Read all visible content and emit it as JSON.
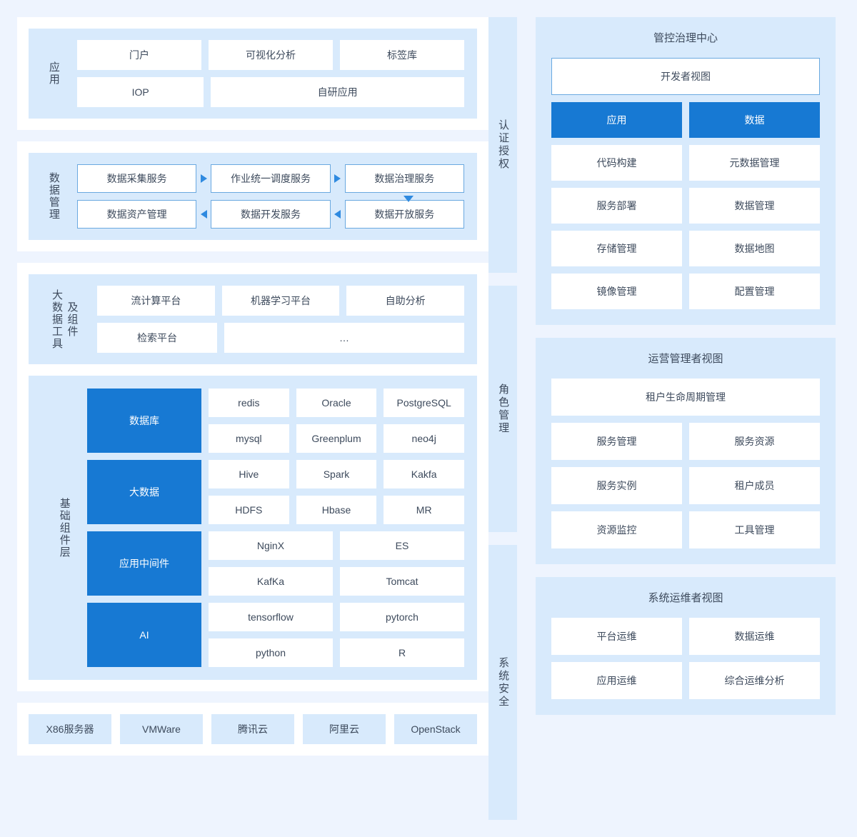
{
  "colors": {
    "page_bg": "#eef4fe",
    "panel_bg": "#d8eafc",
    "accent_blue": "#1779d3",
    "outline_blue": "#6aa9e0",
    "text": "#3d4a5c"
  },
  "left": {
    "application": {
      "label": "应用",
      "rows": [
        [
          {
            "text": "门户",
            "flex": 1
          },
          {
            "text": "可视化分析",
            "flex": 1
          },
          {
            "text": "标签库",
            "flex": 1
          }
        ],
        [
          {
            "text": "IOP",
            "flex": 1
          },
          {
            "text": "自研应用",
            "flex": 2
          }
        ]
      ]
    },
    "data_management": {
      "label": "数据管理",
      "row1": [
        "数据采集服务",
        "作业统一调度服务",
        "数据治理服务"
      ],
      "row2": [
        "数据资产管理",
        "数据开发服务",
        "数据开放服务"
      ],
      "arrows": [
        "right",
        "right",
        "down",
        "left",
        "left"
      ]
    },
    "bigdata_tools": {
      "label_col1": "大数据工具",
      "label_col2": "及组件",
      "rows": [
        [
          {
            "text": "流计算平台",
            "flex": 1
          },
          {
            "text": "机器学习平台",
            "flex": 1
          },
          {
            "text": "自助分析",
            "flex": 1
          }
        ],
        [
          {
            "text": "检索平台",
            "flex": 1
          },
          {
            "text": "…",
            "flex": 2
          }
        ]
      ]
    },
    "infra_components": {
      "label": "基础组件层",
      "groups": [
        {
          "head": "数据库",
          "rows": [
            [
              "redis",
              "Oracle",
              "PostgreSQL"
            ],
            [
              "mysql",
              "Greenplum",
              "neo4j"
            ]
          ]
        },
        {
          "head": "大数据",
          "rows": [
            [
              "Hive",
              "Spark",
              "Kakfa"
            ],
            [
              "HDFS",
              "Hbase",
              "MR"
            ]
          ]
        },
        {
          "head": "应用中间件",
          "rows": [
            [
              "NginX",
              "ES"
            ],
            [
              "KafKa",
              "Tomcat"
            ]
          ]
        },
        {
          "head": "AI",
          "rows": [
            [
              "tensorflow",
              "pytorch"
            ],
            [
              "python",
              "R"
            ]
          ]
        }
      ]
    },
    "infrastructure": {
      "items": [
        "X86服务器",
        "VMWare",
        "腾讯云",
        "阿里云",
        "OpenStack"
      ]
    }
  },
  "right": {
    "vbars": [
      {
        "label": "认证授权"
      },
      {
        "label": "角色管理"
      },
      {
        "label": "系统安全"
      }
    ],
    "mgmt_center": {
      "title": "管控治理中心",
      "header": "开发者视图",
      "rows": [
        [
          {
            "text": "应用",
            "style": "blue"
          },
          {
            "text": "数据",
            "style": "blue"
          }
        ],
        [
          {
            "text": "代码构建",
            "style": "plain"
          },
          {
            "text": "元数据管理",
            "style": "plain"
          }
        ],
        [
          {
            "text": "服务部署",
            "style": "plain"
          },
          {
            "text": "数据管理",
            "style": "plain"
          }
        ],
        [
          {
            "text": "存储管理",
            "style": "plain"
          },
          {
            "text": "数据地图",
            "style": "plain"
          }
        ],
        [
          {
            "text": "镜像管理",
            "style": "plain"
          },
          {
            "text": "配置管理",
            "style": "plain"
          }
        ]
      ]
    },
    "ops_view": {
      "title": "运营管理者视图",
      "header": "租户生命周期管理",
      "rows": [
        [
          "服务管理",
          "服务资源"
        ],
        [
          "服务实例",
          "租户成员"
        ],
        [
          "资源监控",
          "工具管理"
        ]
      ]
    },
    "sys_view": {
      "title": "系统运维者视图",
      "rows": [
        [
          "平台运维",
          "数据运维"
        ],
        [
          "应用运维",
          "综合运维分析"
        ]
      ]
    }
  }
}
